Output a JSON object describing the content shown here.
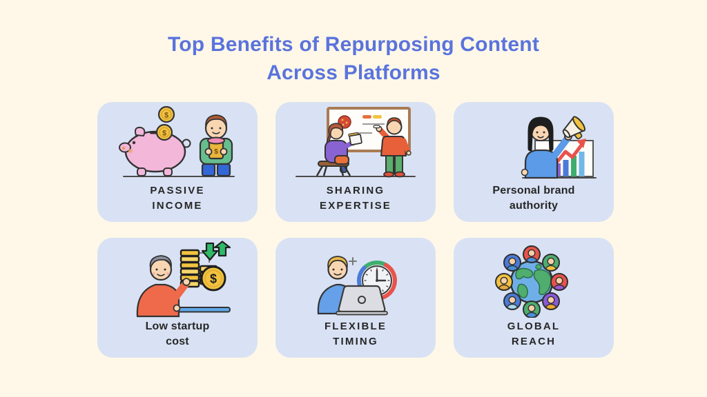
{
  "page": {
    "title": {
      "line1": "Top Benefits of Repurposing Content",
      "line2": "Across Platforms"
    },
    "colors": {
      "background": "#FFF8E8",
      "card_background": "#D9E2F4",
      "title_text": "#5A73DD",
      "label_text": "#262626"
    }
  },
  "glyphs": {
    "dollar": "$"
  },
  "cards": [
    {
      "id": "passive-income",
      "icon": "piggy-bank-savings-icon",
      "label_style": "uppercase",
      "label": {
        "line1": "PASSIVE",
        "line2": "INCOME"
      }
    },
    {
      "id": "sharing-expertise",
      "icon": "whiteboard-teaching-icon",
      "label_style": "uppercase",
      "label": {
        "line1": "SHARING",
        "line2": "EXPERTISE"
      }
    },
    {
      "id": "personal-brand-authority",
      "icon": "megaphone-growth-chart-icon",
      "label_style": "mixedcase",
      "label": {
        "line1": "Personal brand",
        "line2": "authority"
      }
    },
    {
      "id": "low-startup-cost",
      "icon": "coin-stacks-desk-icon",
      "label_style": "mixedcase",
      "label": {
        "line1": "Low startup",
        "line2": "cost"
      }
    },
    {
      "id": "flexible-timing",
      "icon": "laptop-clock-icon",
      "label_style": "uppercase",
      "label": {
        "line1": "FLEXIBLE",
        "line2": "TIMING"
      }
    },
    {
      "id": "global-reach",
      "icon": "globe-community-icon",
      "label_style": "uppercase",
      "label": {
        "line1": "GLOBAL",
        "line2": "REACH"
      }
    }
  ]
}
